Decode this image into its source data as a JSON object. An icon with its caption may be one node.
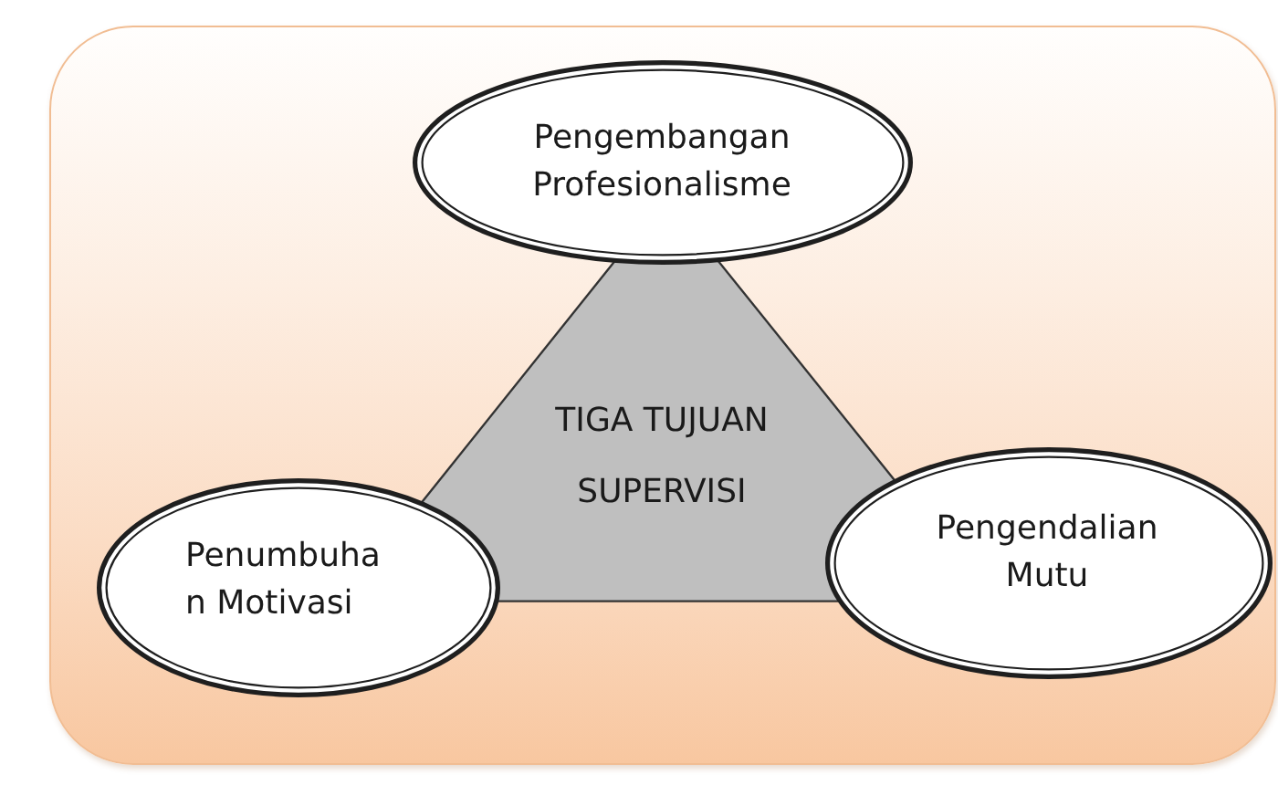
{
  "diagram": {
    "nodes": [
      {
        "text": [],
        "shape": "box"
      },
      {
        "text": [
          "Pengembangan Profesionalisme"
        ],
        "in": 0
      },
      {
        "text": [
          "TIGA TUJUAN SUPERVISI"
        ],
        "in": 0
      },
      {
        "text": [
          "Penumbuha n Motivasi"
        ],
        "in": 0
      },
      {
        "text": [
          "Pengendalian Mutu"
        ],
        "in": 0
      }
    ]
  }
}
